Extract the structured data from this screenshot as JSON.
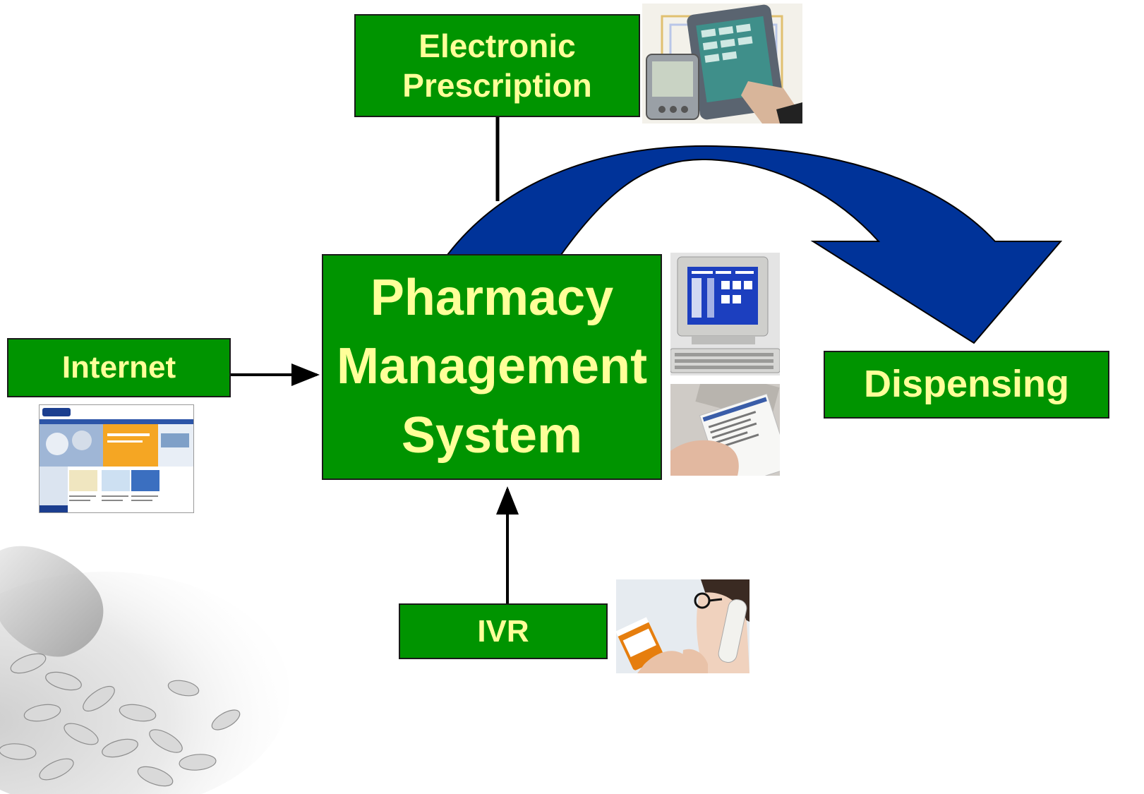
{
  "diagram": {
    "boxes": {
      "electronic_prescription": "Electronic\nPrescription",
      "pharmacy_management_system": "Pharmacy\nManagement\nSystem",
      "internet": "Internet",
      "dispensing": "Dispensing",
      "ivr": "IVR"
    },
    "colors": {
      "box_fill": "#009400",
      "box_text": "#ffff99",
      "curved_arrow": "#003399",
      "connector": "#000000"
    },
    "images": [
      "pda-tablet-photo",
      "website-screenshot",
      "computer-terminal-photo",
      "prescription-slip-photo",
      "phone-caller-photo",
      "spilled-pills-photo"
    ]
  }
}
